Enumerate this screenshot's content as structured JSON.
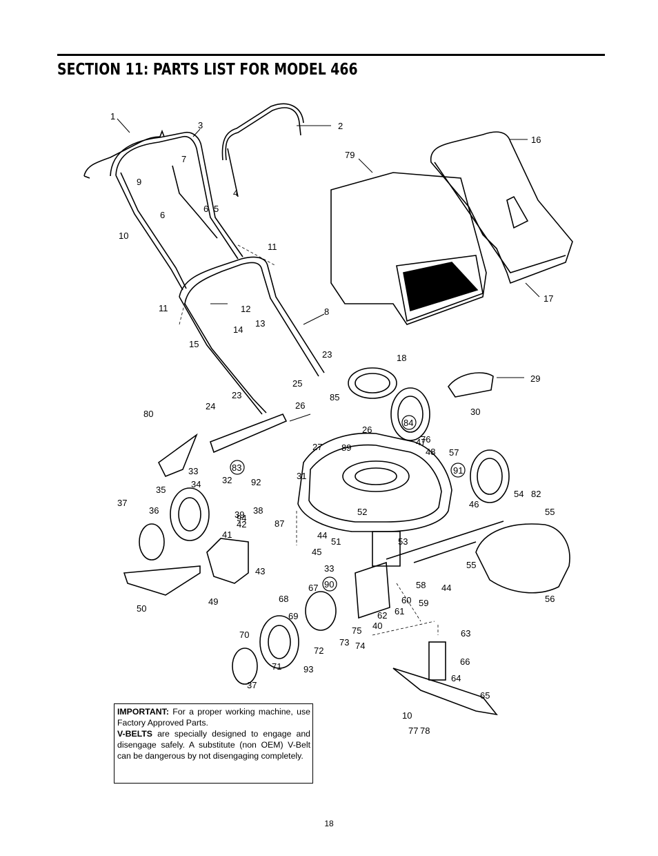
{
  "header": {
    "title": "SECTION 11:  PARTS LIST FOR MODEL 466"
  },
  "diagram": {
    "callouts": [
      {
        "id": "c1",
        "text": "1"
      },
      {
        "id": "c2",
        "text": "2"
      },
      {
        "id": "c3",
        "text": "3"
      },
      {
        "id": "c4",
        "text": "4"
      },
      {
        "id": "c5",
        "text": "5"
      },
      {
        "id": "c6",
        "text": "6"
      },
      {
        "id": "c6b",
        "text": "6"
      },
      {
        "id": "c7",
        "text": "7"
      },
      {
        "id": "c8",
        "text": "8"
      },
      {
        "id": "c9",
        "text": "9"
      },
      {
        "id": "c10",
        "text": "10"
      },
      {
        "id": "c11",
        "text": "11"
      },
      {
        "id": "c11b",
        "text": "11"
      },
      {
        "id": "c12",
        "text": "12"
      },
      {
        "id": "c13",
        "text": "13"
      },
      {
        "id": "c14",
        "text": "14"
      },
      {
        "id": "c15",
        "text": "15"
      },
      {
        "id": "c16",
        "text": "16"
      },
      {
        "id": "c17",
        "text": "17"
      },
      {
        "id": "c18",
        "text": "18"
      },
      {
        "id": "c23",
        "text": "23"
      },
      {
        "id": "c23b",
        "text": "23"
      },
      {
        "id": "c24",
        "text": "24"
      },
      {
        "id": "c25",
        "text": "25"
      },
      {
        "id": "c26",
        "text": "26"
      },
      {
        "id": "c26b",
        "text": "26"
      },
      {
        "id": "c27",
        "text": "27"
      },
      {
        "id": "c29",
        "text": "29"
      },
      {
        "id": "c30",
        "text": "30"
      },
      {
        "id": "c31",
        "text": "31"
      },
      {
        "id": "c32",
        "text": "32"
      },
      {
        "id": "c33",
        "text": "33"
      },
      {
        "id": "c33b",
        "text": "33"
      },
      {
        "id": "c34",
        "text": "34"
      },
      {
        "id": "c35",
        "text": "35"
      },
      {
        "id": "c36",
        "text": "36"
      },
      {
        "id": "c37",
        "text": "37"
      },
      {
        "id": "c37b",
        "text": "37"
      },
      {
        "id": "c38",
        "text": "38"
      },
      {
        "id": "c39",
        "text": "39"
      },
      {
        "id": "c40",
        "text": "40"
      },
      {
        "id": "c41",
        "text": "41"
      },
      {
        "id": "c42",
        "text": "42"
      },
      {
        "id": "c43",
        "text": "43"
      },
      {
        "id": "c44",
        "text": "44"
      },
      {
        "id": "c44b",
        "text": "44"
      },
      {
        "id": "c45",
        "text": "45"
      },
      {
        "id": "c46",
        "text": "46"
      },
      {
        "id": "c47",
        "text": "47"
      },
      {
        "id": "c48",
        "text": "48"
      },
      {
        "id": "c49",
        "text": "49"
      },
      {
        "id": "c50",
        "text": "50"
      },
      {
        "id": "c51",
        "text": "51"
      },
      {
        "id": "c52",
        "text": "52"
      },
      {
        "id": "c53",
        "text": "53"
      },
      {
        "id": "c54",
        "text": "54"
      },
      {
        "id": "c55",
        "text": "55"
      },
      {
        "id": "c55b",
        "text": "55"
      },
      {
        "id": "c56",
        "text": "56"
      },
      {
        "id": "c57",
        "text": "57"
      },
      {
        "id": "c58",
        "text": "58"
      },
      {
        "id": "c59",
        "text": "59"
      },
      {
        "id": "c60",
        "text": "60"
      },
      {
        "id": "c61",
        "text": "61"
      },
      {
        "id": "c62",
        "text": "62"
      },
      {
        "id": "c63",
        "text": "63"
      },
      {
        "id": "c64",
        "text": "64"
      },
      {
        "id": "c65",
        "text": "65"
      },
      {
        "id": "c66",
        "text": "66"
      },
      {
        "id": "c67",
        "text": "67"
      },
      {
        "id": "c68",
        "text": "68"
      },
      {
        "id": "c69",
        "text": "69"
      },
      {
        "id": "c70",
        "text": "70"
      },
      {
        "id": "c71",
        "text": "71"
      },
      {
        "id": "c72",
        "text": "72"
      },
      {
        "id": "c73",
        "text": "73"
      },
      {
        "id": "c74",
        "text": "74"
      },
      {
        "id": "c75",
        "text": "75"
      },
      {
        "id": "c76",
        "text": "76"
      },
      {
        "id": "c77",
        "text": "77"
      },
      {
        "id": "c78",
        "text": "78"
      },
      {
        "id": "c79",
        "text": "79"
      },
      {
        "id": "c80",
        "text": "80"
      },
      {
        "id": "c82",
        "text": "82"
      },
      {
        "id": "c83",
        "text": "83"
      },
      {
        "id": "c84",
        "text": "84"
      },
      {
        "id": "c85",
        "text": "85"
      },
      {
        "id": "c87",
        "text": "87"
      },
      {
        "id": "c89",
        "text": "89"
      },
      {
        "id": "c90",
        "text": "90"
      },
      {
        "id": "c91",
        "text": "91"
      },
      {
        "id": "c92",
        "text": "92"
      },
      {
        "id": "c93",
        "text": "93"
      },
      {
        "id": "c94",
        "text": "94"
      },
      {
        "id": "c10b",
        "text": "10"
      }
    ]
  },
  "notice": {
    "important_label": "IMPORTANT:",
    "important_text": " For a proper working machine, use Factory Approved Parts.",
    "vbelts_label": "V-BELTS",
    "vbelts_text": " are specially designed to engage and disengage safely. A substitute (non OEM) V-Belt can be dangerous by not disengaging completely."
  },
  "footer": {
    "page_number": "18"
  }
}
